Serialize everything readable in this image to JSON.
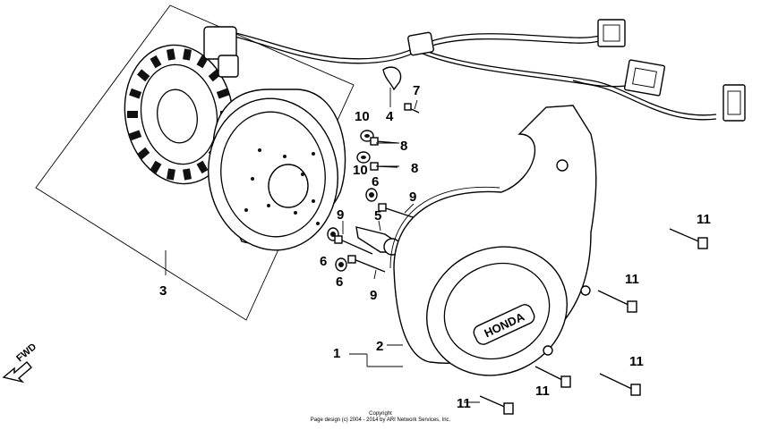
{
  "callouts": {
    "c1": "1",
    "c2": "2",
    "c3": "3",
    "c4": "4",
    "c5": "5",
    "c6a": "6",
    "c6b": "6",
    "c6c": "6",
    "c7": "7",
    "c8a": "8",
    "c8b": "8",
    "c9a": "9",
    "c9b": "9",
    "c9c": "9",
    "c10a": "10",
    "c10b": "10",
    "c11a": "11",
    "c11b": "11",
    "c11c": "11",
    "c11d": "11",
    "c11e": "11"
  },
  "fwd_label": "FWD",
  "logo_text": "HONDA",
  "copyright": {
    "line1": "Copyright",
    "line2": "Page design (c) 2004 - 2014 by ARI Network Services, Inc."
  }
}
